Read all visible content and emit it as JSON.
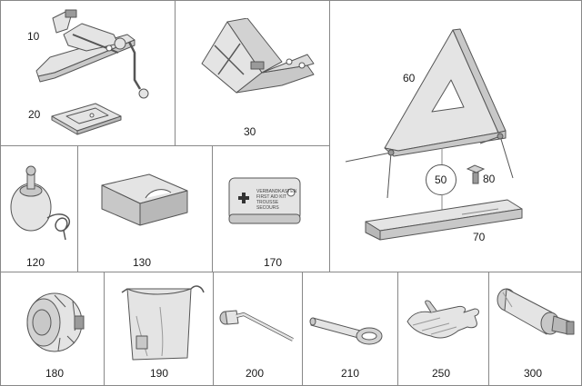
{
  "parts": {
    "jack": "10",
    "jack_plate": "20",
    "wheel_chock": "30",
    "warning_triangle": "60",
    "triangle_holder": "50",
    "triangle_clip": "80",
    "triangle_case": "70",
    "compressor": "120",
    "box": "130",
    "first_aid_kit": "170",
    "wheel_bolt_cap": "180",
    "bag": "190",
    "wheel_wrench": "200",
    "towing_eye": "210",
    "gloves": "250",
    "adapter": "300"
  },
  "first_aid_text": "VERBANDKASTEN FIRST AID KIT TROUSSE SECOURS",
  "colors": {
    "line": "#555555",
    "fill": "#e4e4e4",
    "shade": "#c8c8c8",
    "dark": "#9a9a9a"
  }
}
